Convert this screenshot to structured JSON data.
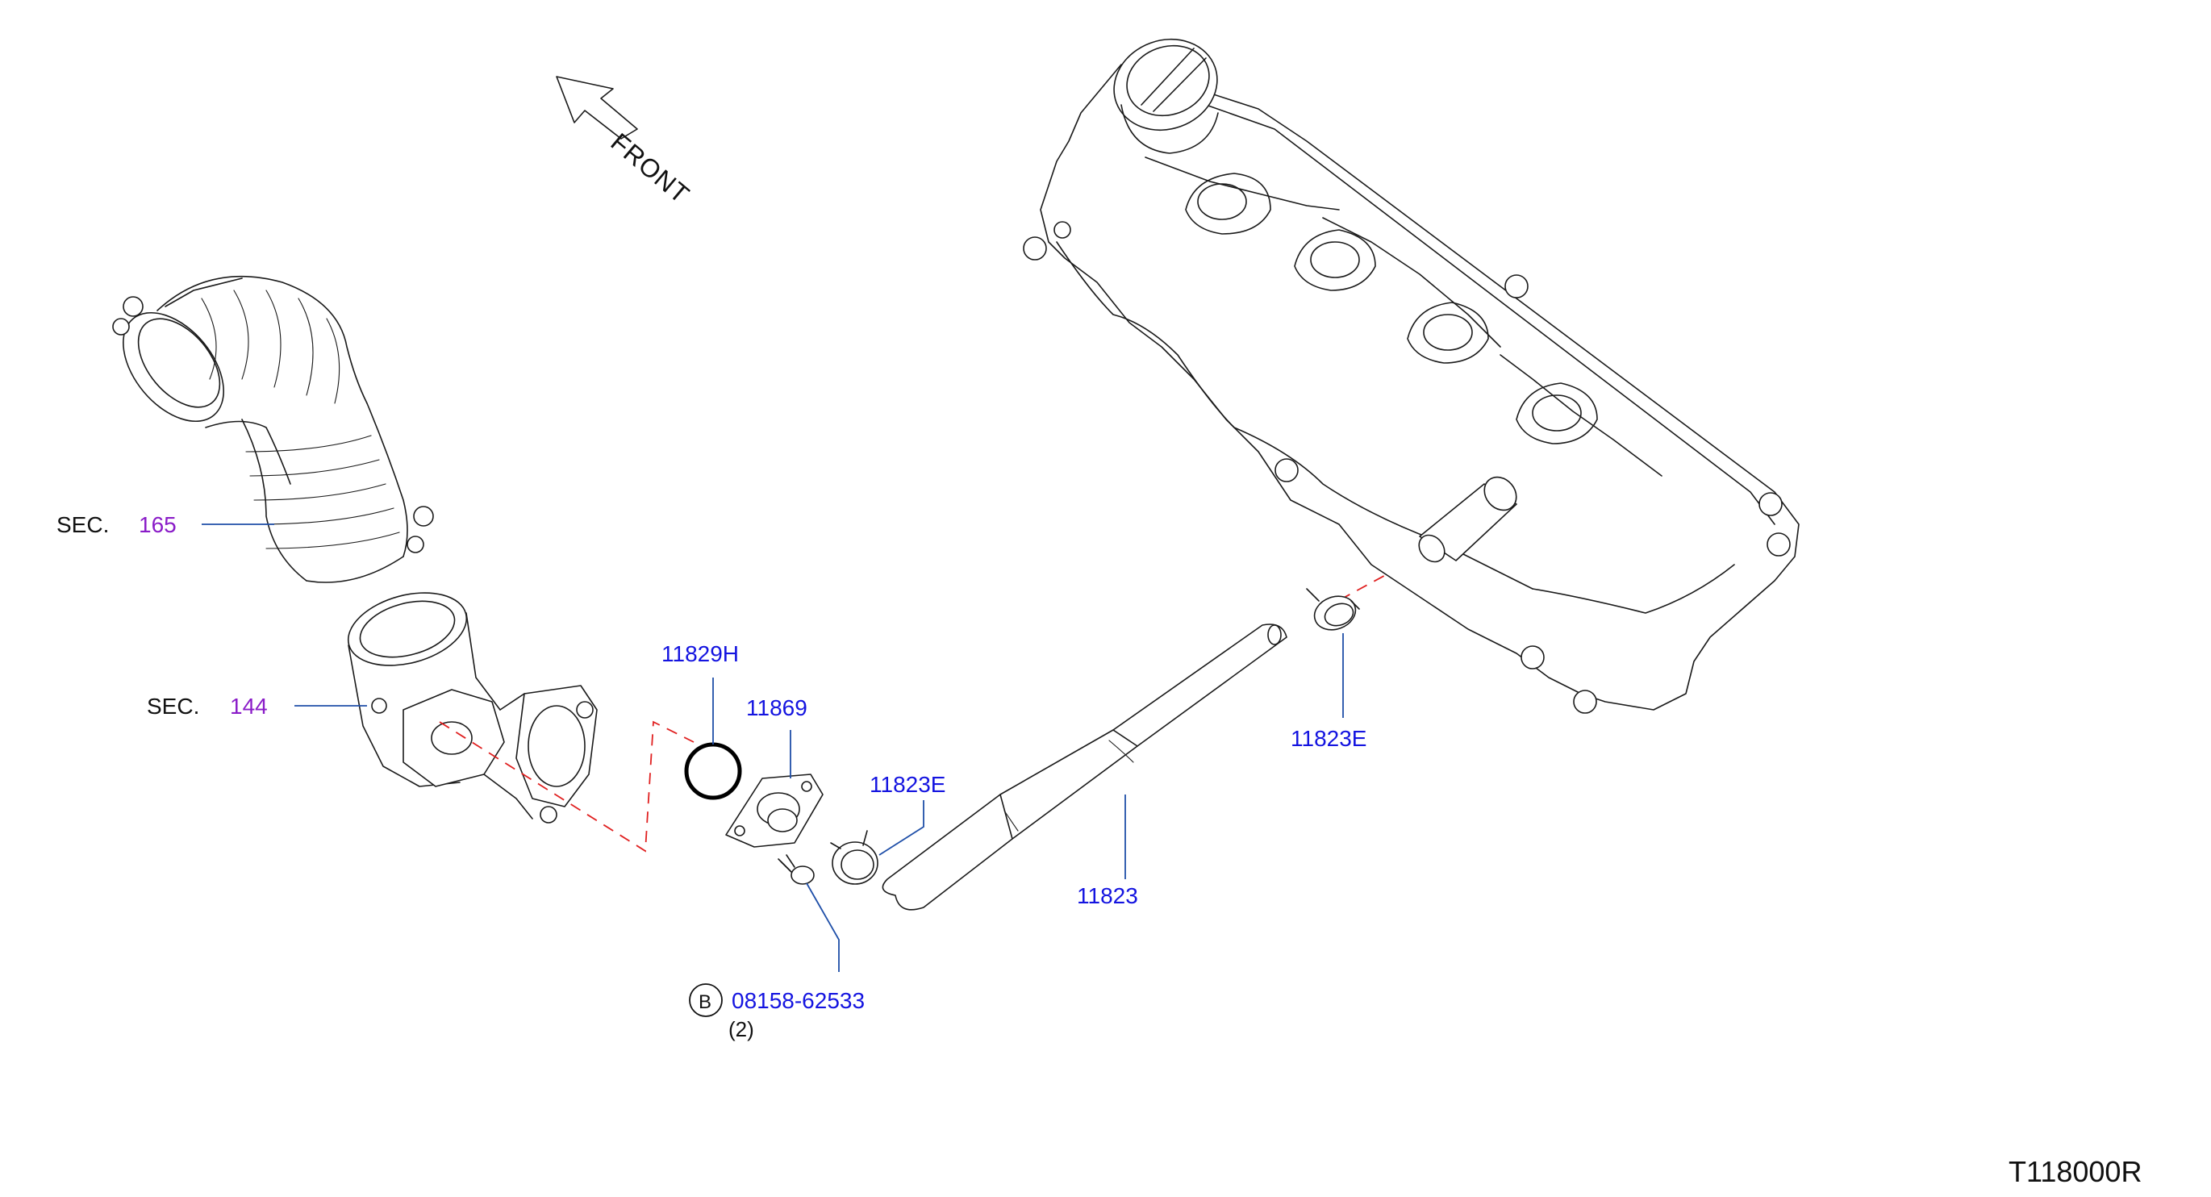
{
  "diagram": {
    "front_label": "FRONT",
    "sec_prefix": "SEC.",
    "sec_165": "165",
    "sec_144": "144",
    "parts": {
      "p11829H": "11829H",
      "p11869": "11869",
      "p11823E_left": "11823E",
      "p11823E_right": "11823E",
      "p11823": "11823",
      "bolt_circle": "B",
      "bolt_part": "08158-62533",
      "bolt_qty": "(2)"
    },
    "drawing_code": "T118000R",
    "colors": {
      "part_number": "#1414e0",
      "section_number": "#8a1cc8",
      "leader_line": "#1f4fa8",
      "phantom_line": "#e02020"
    }
  }
}
